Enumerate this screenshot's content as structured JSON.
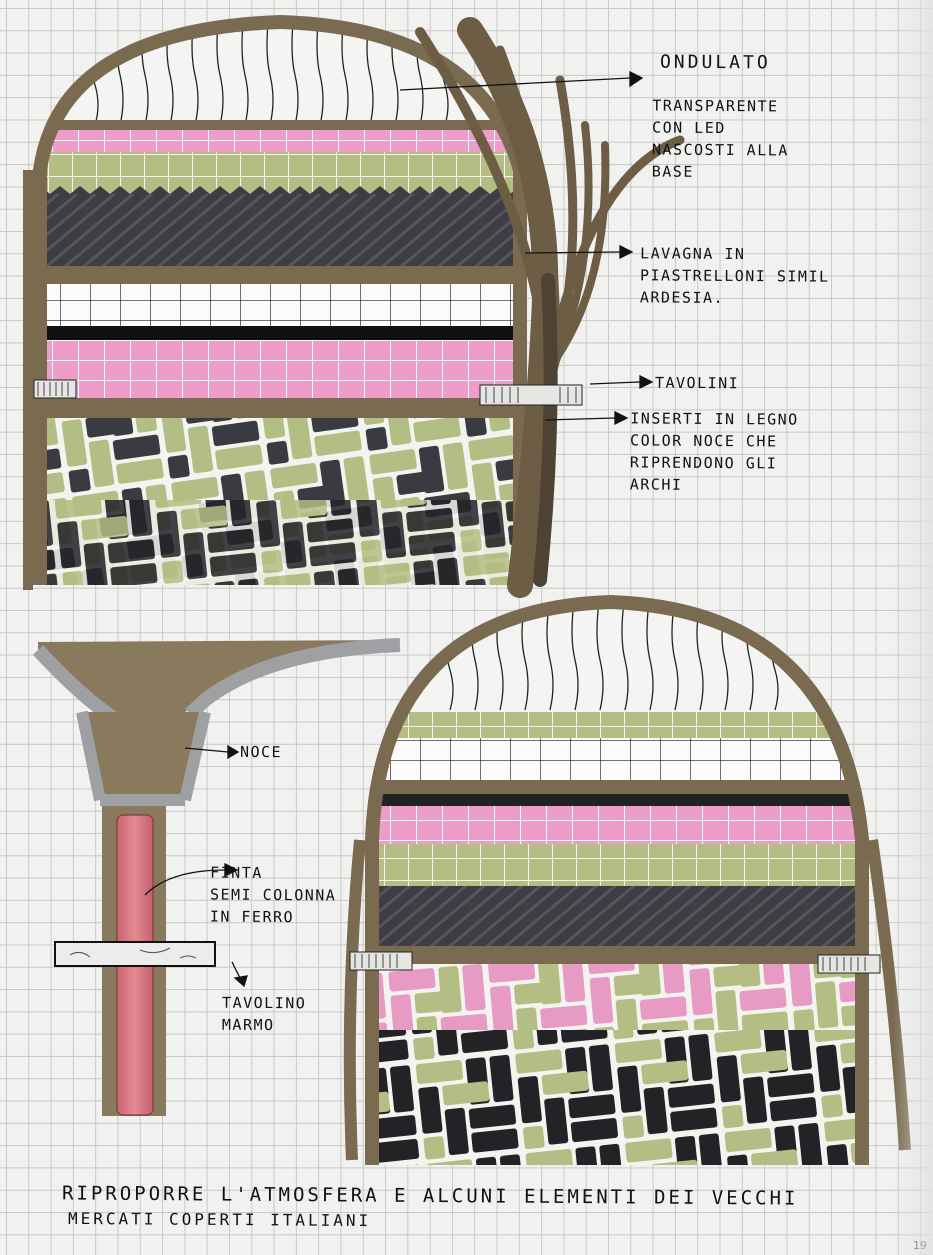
{
  "annotations": {
    "ondulato": "ONDULATO",
    "transparente": "TRANSPARENTE\nCON LED\nNASCOSTI ALLA\nBASE",
    "lavagna": "LAVAGNA IN\nPIASTRELLONI SIMIL\nARDESIA.",
    "tavolini": "TAVOLINI",
    "inserti": "INSERTI IN LEGNO\nCOLOR NOCE CHE\nRIPRENDONO GLI\nARCHI",
    "noce": "NOCE",
    "finta": "FINTA\nSEMI COLONNA\nIN FERRO",
    "tavolino": "TAVOLINO\nMARMO"
  },
  "caption": {
    "line1": "RIPROPORRE L'ATMOSFERA E ALCUNI ELEMENTI DEI VECCHI",
    "line2": "MERCATI COPERTI ITALIANI"
  },
  "page_number": "19",
  "colors": {
    "walnut": "#7a6a4f",
    "pink": "#e79ac3",
    "sage": "#b4bd83",
    "slate": "#3d3d44",
    "grid": "#c8c8c8",
    "paper": "#f1f1f0"
  },
  "icons": [
    "arrow-icon"
  ]
}
